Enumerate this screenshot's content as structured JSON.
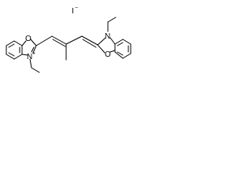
{
  "molecule": {
    "counter_ion": "I",
    "counter_ion_charge": "−",
    "left_ring": {
      "oxygen": "O",
      "nitrogen": "N",
      "nitrogen_charge": "+"
    },
    "right_ring": {
      "oxygen": "O",
      "nitrogen": "N"
    }
  }
}
